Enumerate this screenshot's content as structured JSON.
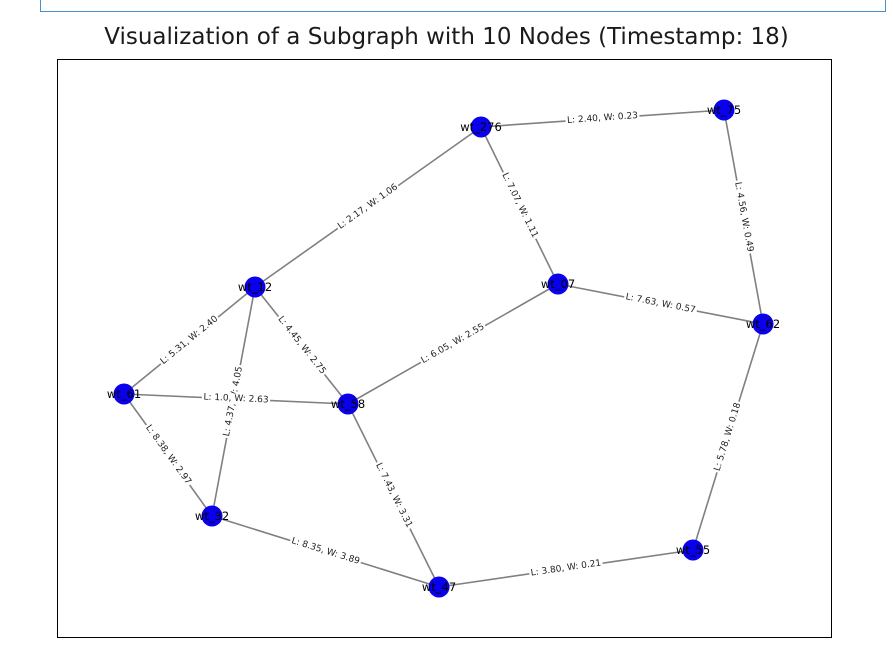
{
  "figure": {
    "title": "Visualization of a Subgraph with 10 Nodes (Timestamp: 18)"
  },
  "colors": {
    "node": "#0a00ee",
    "edge": "#808080",
    "frame": "#4a90c8"
  },
  "nodes": [
    {
      "id": "n276",
      "label": "wt_276"
    },
    {
      "id": "n75",
      "label": "wt_75"
    },
    {
      "id": "n12",
      "label": "wt_12"
    },
    {
      "id": "n07",
      "label": "wt_07"
    },
    {
      "id": "n62",
      "label": "wt_62"
    },
    {
      "id": "n61",
      "label": "wt_61"
    },
    {
      "id": "n58",
      "label": "wt_58"
    },
    {
      "id": "n32",
      "label": "wt_32"
    },
    {
      "id": "n55",
      "label": "wt_55"
    },
    {
      "id": "n47",
      "label": "wt_47"
    }
  ],
  "edges": [
    {
      "from": "n276",
      "to": "n75",
      "label": "L: 2.40, W: 0.23"
    },
    {
      "from": "n276",
      "to": "n12",
      "label": "L: 2.17, W: 1.06"
    },
    {
      "from": "n276",
      "to": "n07",
      "label": "L: 7.07, W: 1.11"
    },
    {
      "from": "n75",
      "to": "n62",
      "label": "L: 4.56, W: 0.49"
    },
    {
      "from": "n07",
      "to": "n62",
      "label": "L: 7.63, W: 0.57"
    },
    {
      "from": "n07",
      "to": "n58",
      "label": "L: 6.05, W: 2.55"
    },
    {
      "from": "n12",
      "to": "n61",
      "label": "L: 5.31, W: 2.40"
    },
    {
      "from": "n12",
      "to": "n58",
      "label": "L: 4.45, W: 2.75"
    },
    {
      "from": "n12",
      "to": "n32",
      "label": "L: 4.37, W: 4.05"
    },
    {
      "from": "n61",
      "to": "n58",
      "label": "L: 1.0, W: 2.63"
    },
    {
      "from": "n61",
      "to": "n32",
      "label": "L: 8.38, W: 2.97"
    },
    {
      "from": "n58",
      "to": "n47",
      "label": "L: 7.43, W: 3.31"
    },
    {
      "from": "n32",
      "to": "n47",
      "label": "L: 8.35, W: 3.89"
    },
    {
      "from": "n47",
      "to": "n55",
      "label": "L: 3.80, W: 0.21"
    },
    {
      "from": "n62",
      "to": "n55",
      "label": "L: 5.78, W: 0.18"
    }
  ]
}
